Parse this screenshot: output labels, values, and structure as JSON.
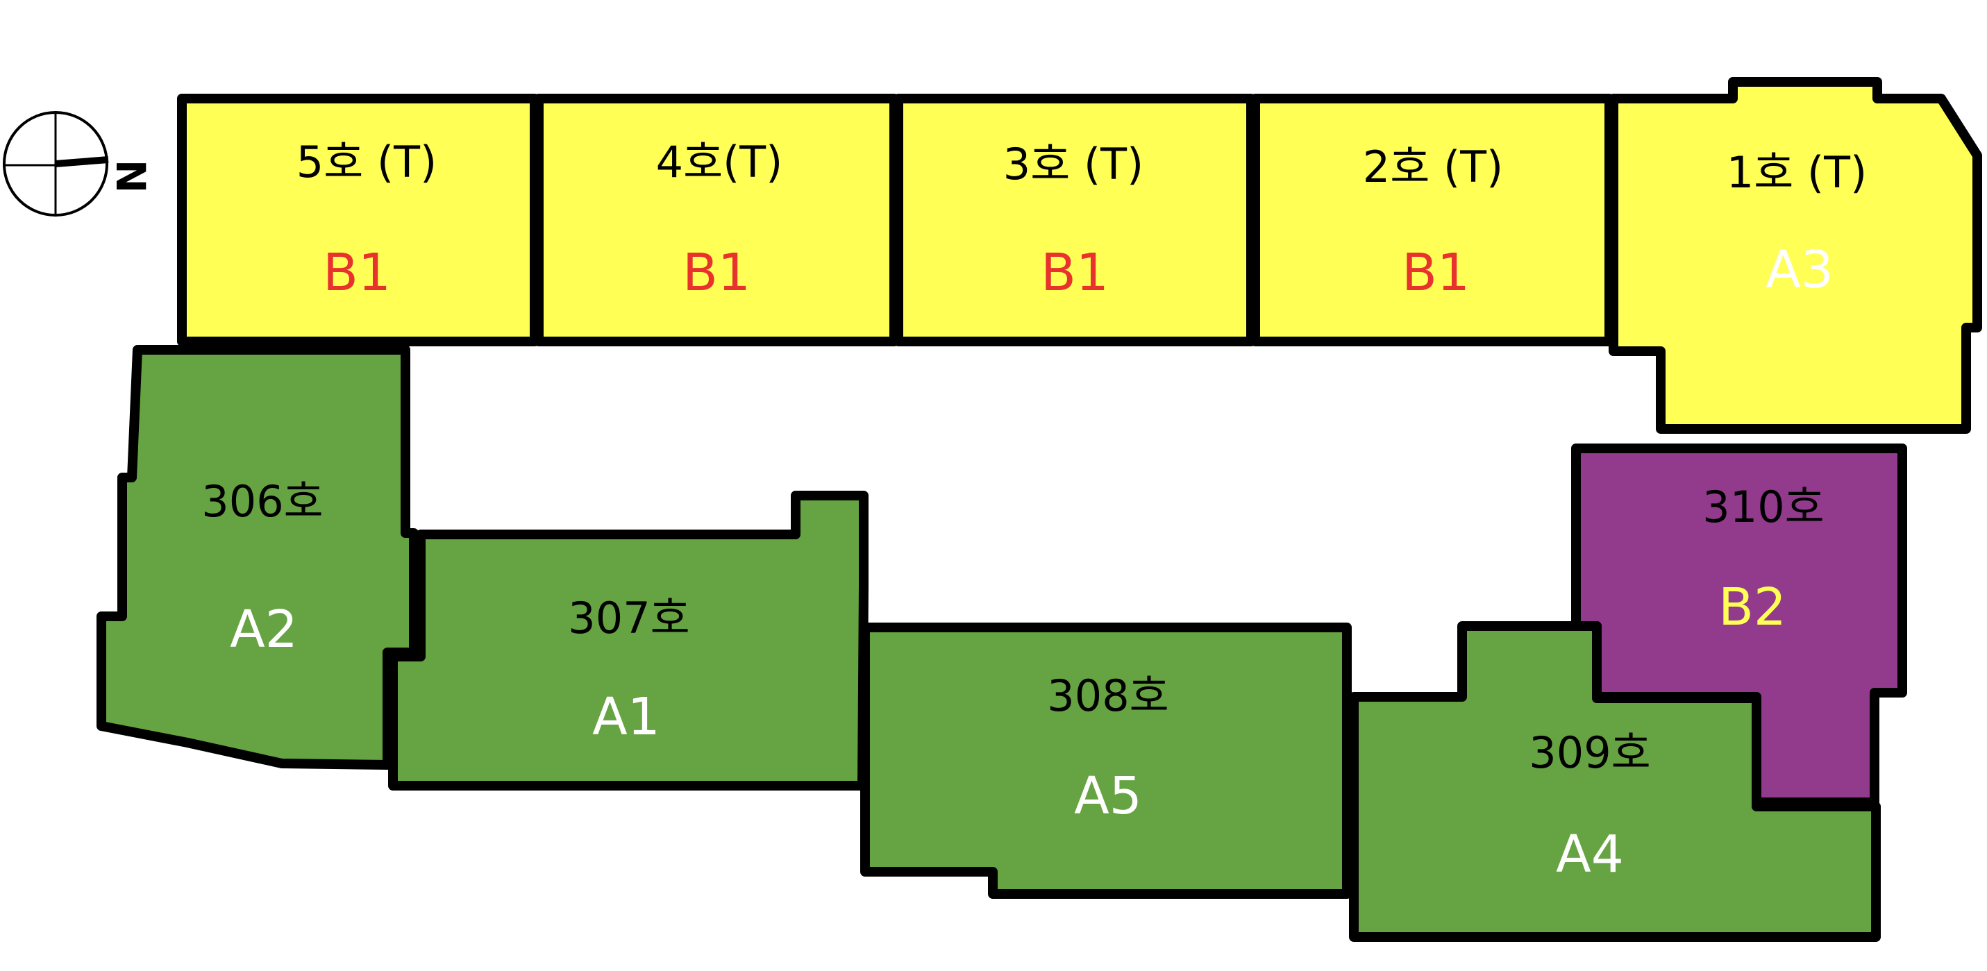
{
  "compass": {
    "north_label": "N",
    "icon": "compass-rose"
  },
  "colors": {
    "yellow_unit": "#FFFF55",
    "green_unit": "#66A342",
    "purple_unit": "#923A8C",
    "red_type": "#E8322D",
    "white_type": "#FFFFFF",
    "yellow_type": "#FFFF55"
  },
  "units": [
    {
      "id": "unit-5",
      "name": "5호 (T)",
      "type": "B1",
      "fill": "yellow",
      "type_color": "red"
    },
    {
      "id": "unit-4",
      "name": "4호(T)",
      "type": "B1",
      "fill": "yellow",
      "type_color": "red"
    },
    {
      "id": "unit-3",
      "name": "3호 (T)",
      "type": "B1",
      "fill": "yellow",
      "type_color": "red"
    },
    {
      "id": "unit-2",
      "name": "2호 (T)",
      "type": "B1",
      "fill": "yellow",
      "type_color": "red"
    },
    {
      "id": "unit-1",
      "name": "1호 (T)",
      "type": "A3",
      "fill": "yellow",
      "type_color": "white"
    },
    {
      "id": "unit-306",
      "name": "306호",
      "type": "A2",
      "fill": "green",
      "type_color": "white"
    },
    {
      "id": "unit-307",
      "name": "307호",
      "type": "A1",
      "fill": "green",
      "type_color": "white"
    },
    {
      "id": "unit-308",
      "name": "308호",
      "type": "A5",
      "fill": "green",
      "type_color": "white"
    },
    {
      "id": "unit-309",
      "name": "309호",
      "type": "A4",
      "fill": "green",
      "type_color": "white"
    },
    {
      "id": "unit-310",
      "name": "310호",
      "type": "B2",
      "fill": "purple",
      "type_color": "yellow"
    }
  ]
}
